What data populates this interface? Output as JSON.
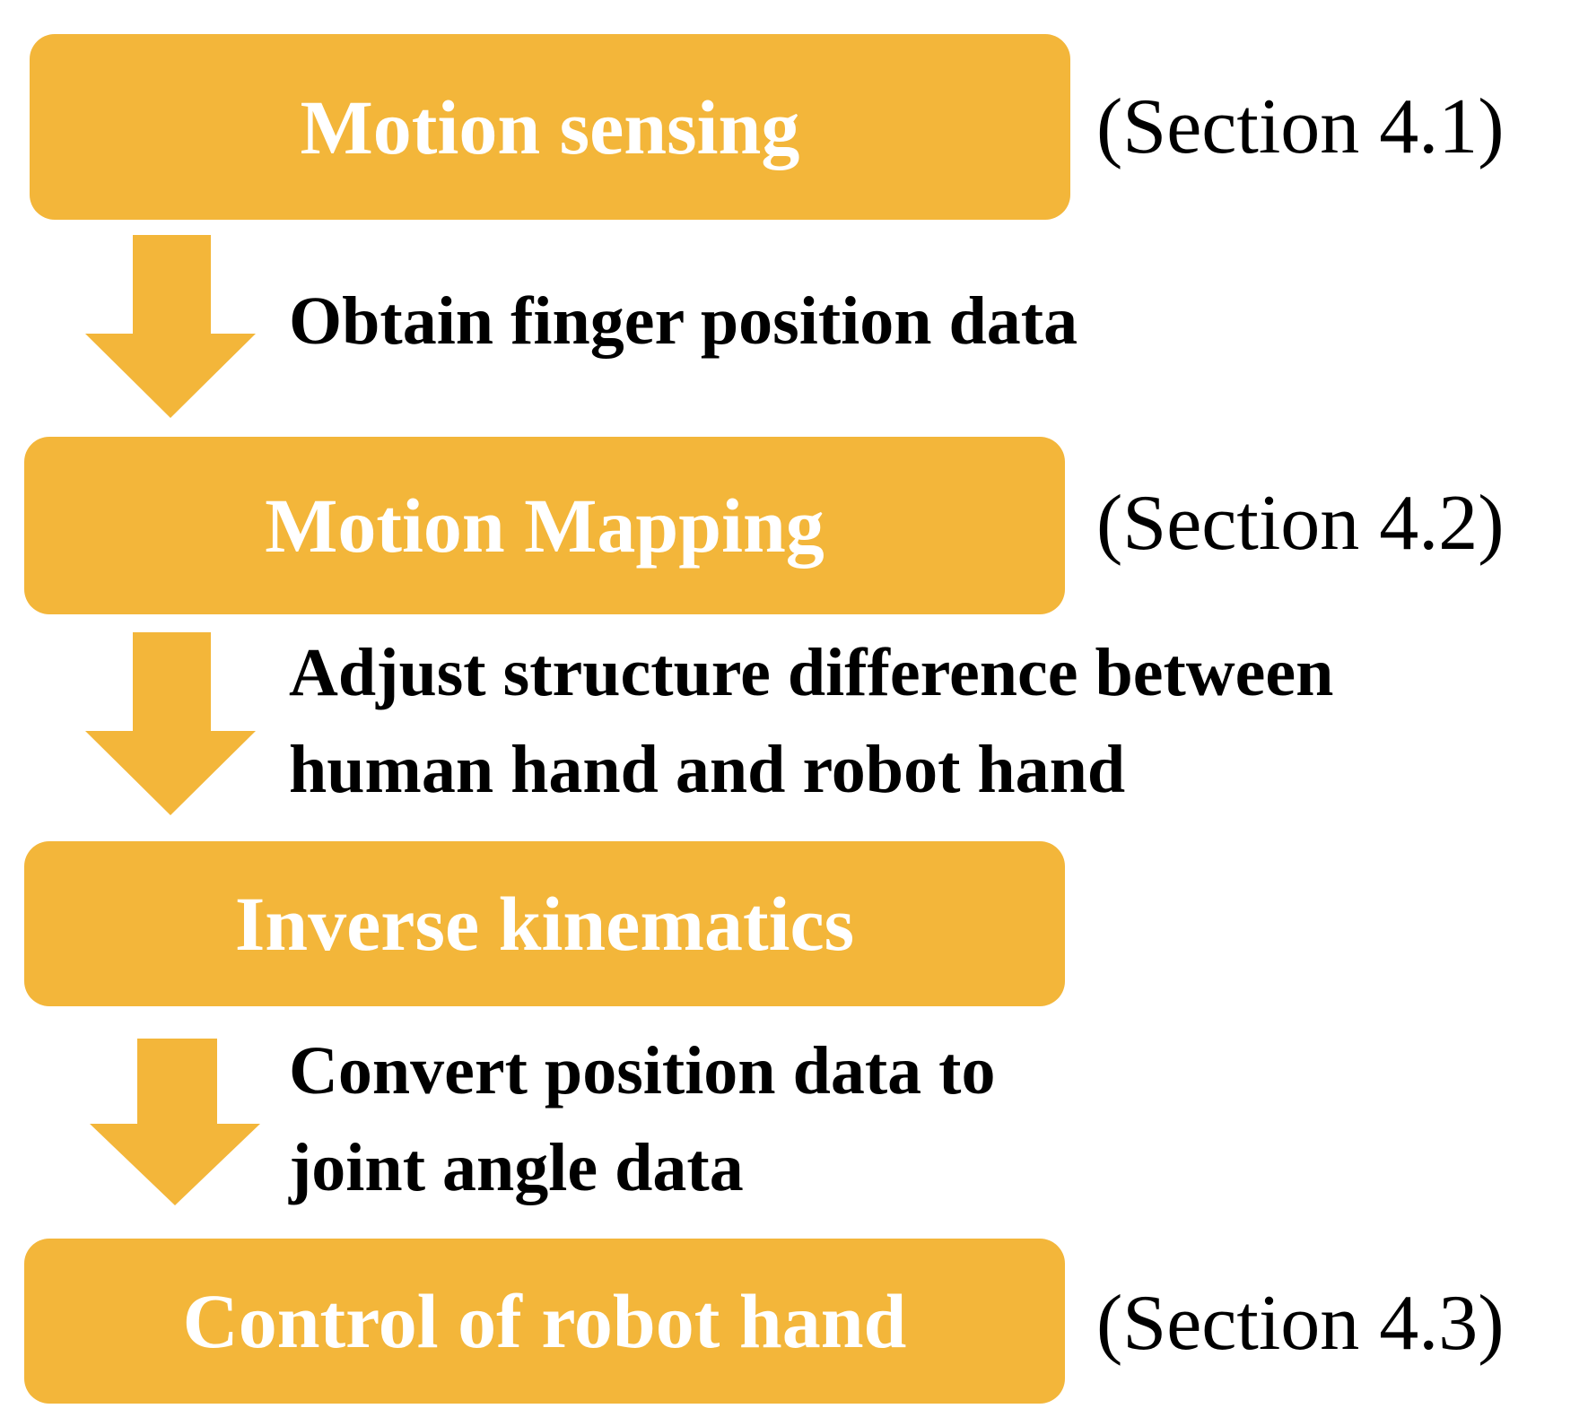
{
  "colors": {
    "box_fill": "#f3b63a",
    "box_text": "#ffffff",
    "text": "#000000"
  },
  "boxes": [
    {
      "label": "Motion sensing",
      "section": "(Section 4.1)"
    },
    {
      "label": "Motion Mapping",
      "section": "(Section 4.2)"
    },
    {
      "label": "Inverse kinematics",
      "section": ""
    },
    {
      "label": "Control of robot hand",
      "section": "(Section 4.3)"
    }
  ],
  "steps": [
    {
      "lines": [
        "Obtain finger position data"
      ]
    },
    {
      "lines": [
        "Adjust structure difference between",
        "human hand and robot hand"
      ]
    },
    {
      "lines": [
        "Convert position data to",
        "joint angle data"
      ]
    }
  ]
}
